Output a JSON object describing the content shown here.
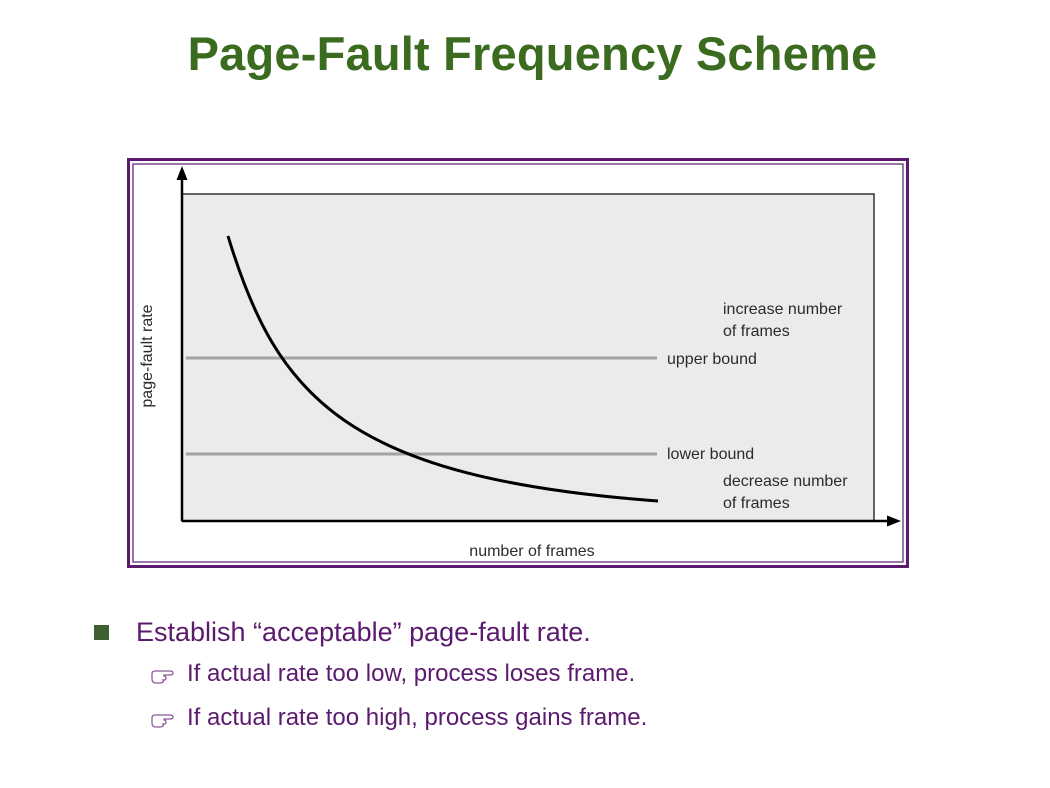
{
  "title": "Page-Fault Frequency Scheme",
  "figure": {
    "y_axis_label": "page-fault rate",
    "x_axis_label": "number of frames",
    "upper_bound_label": "upper bound",
    "lower_bound_label": "lower bound",
    "increase_label_line1": "increase number",
    "increase_label_line2": "of frames",
    "decrease_label_line1": "decrease number",
    "decrease_label_line2": "of frames"
  },
  "bullets": {
    "main": "Establish “acceptable” page-fault rate.",
    "sub": [
      "If actual rate too low, process loses frame.",
      "If actual rate too high, process gains frame."
    ],
    "sub_marker_icon": "pointing-hand-icon"
  },
  "colors": {
    "title": "#3a6b1f",
    "text": "#5b1a6e",
    "frame_border": "#5b1a6e",
    "marker": "#3f5f31"
  }
}
